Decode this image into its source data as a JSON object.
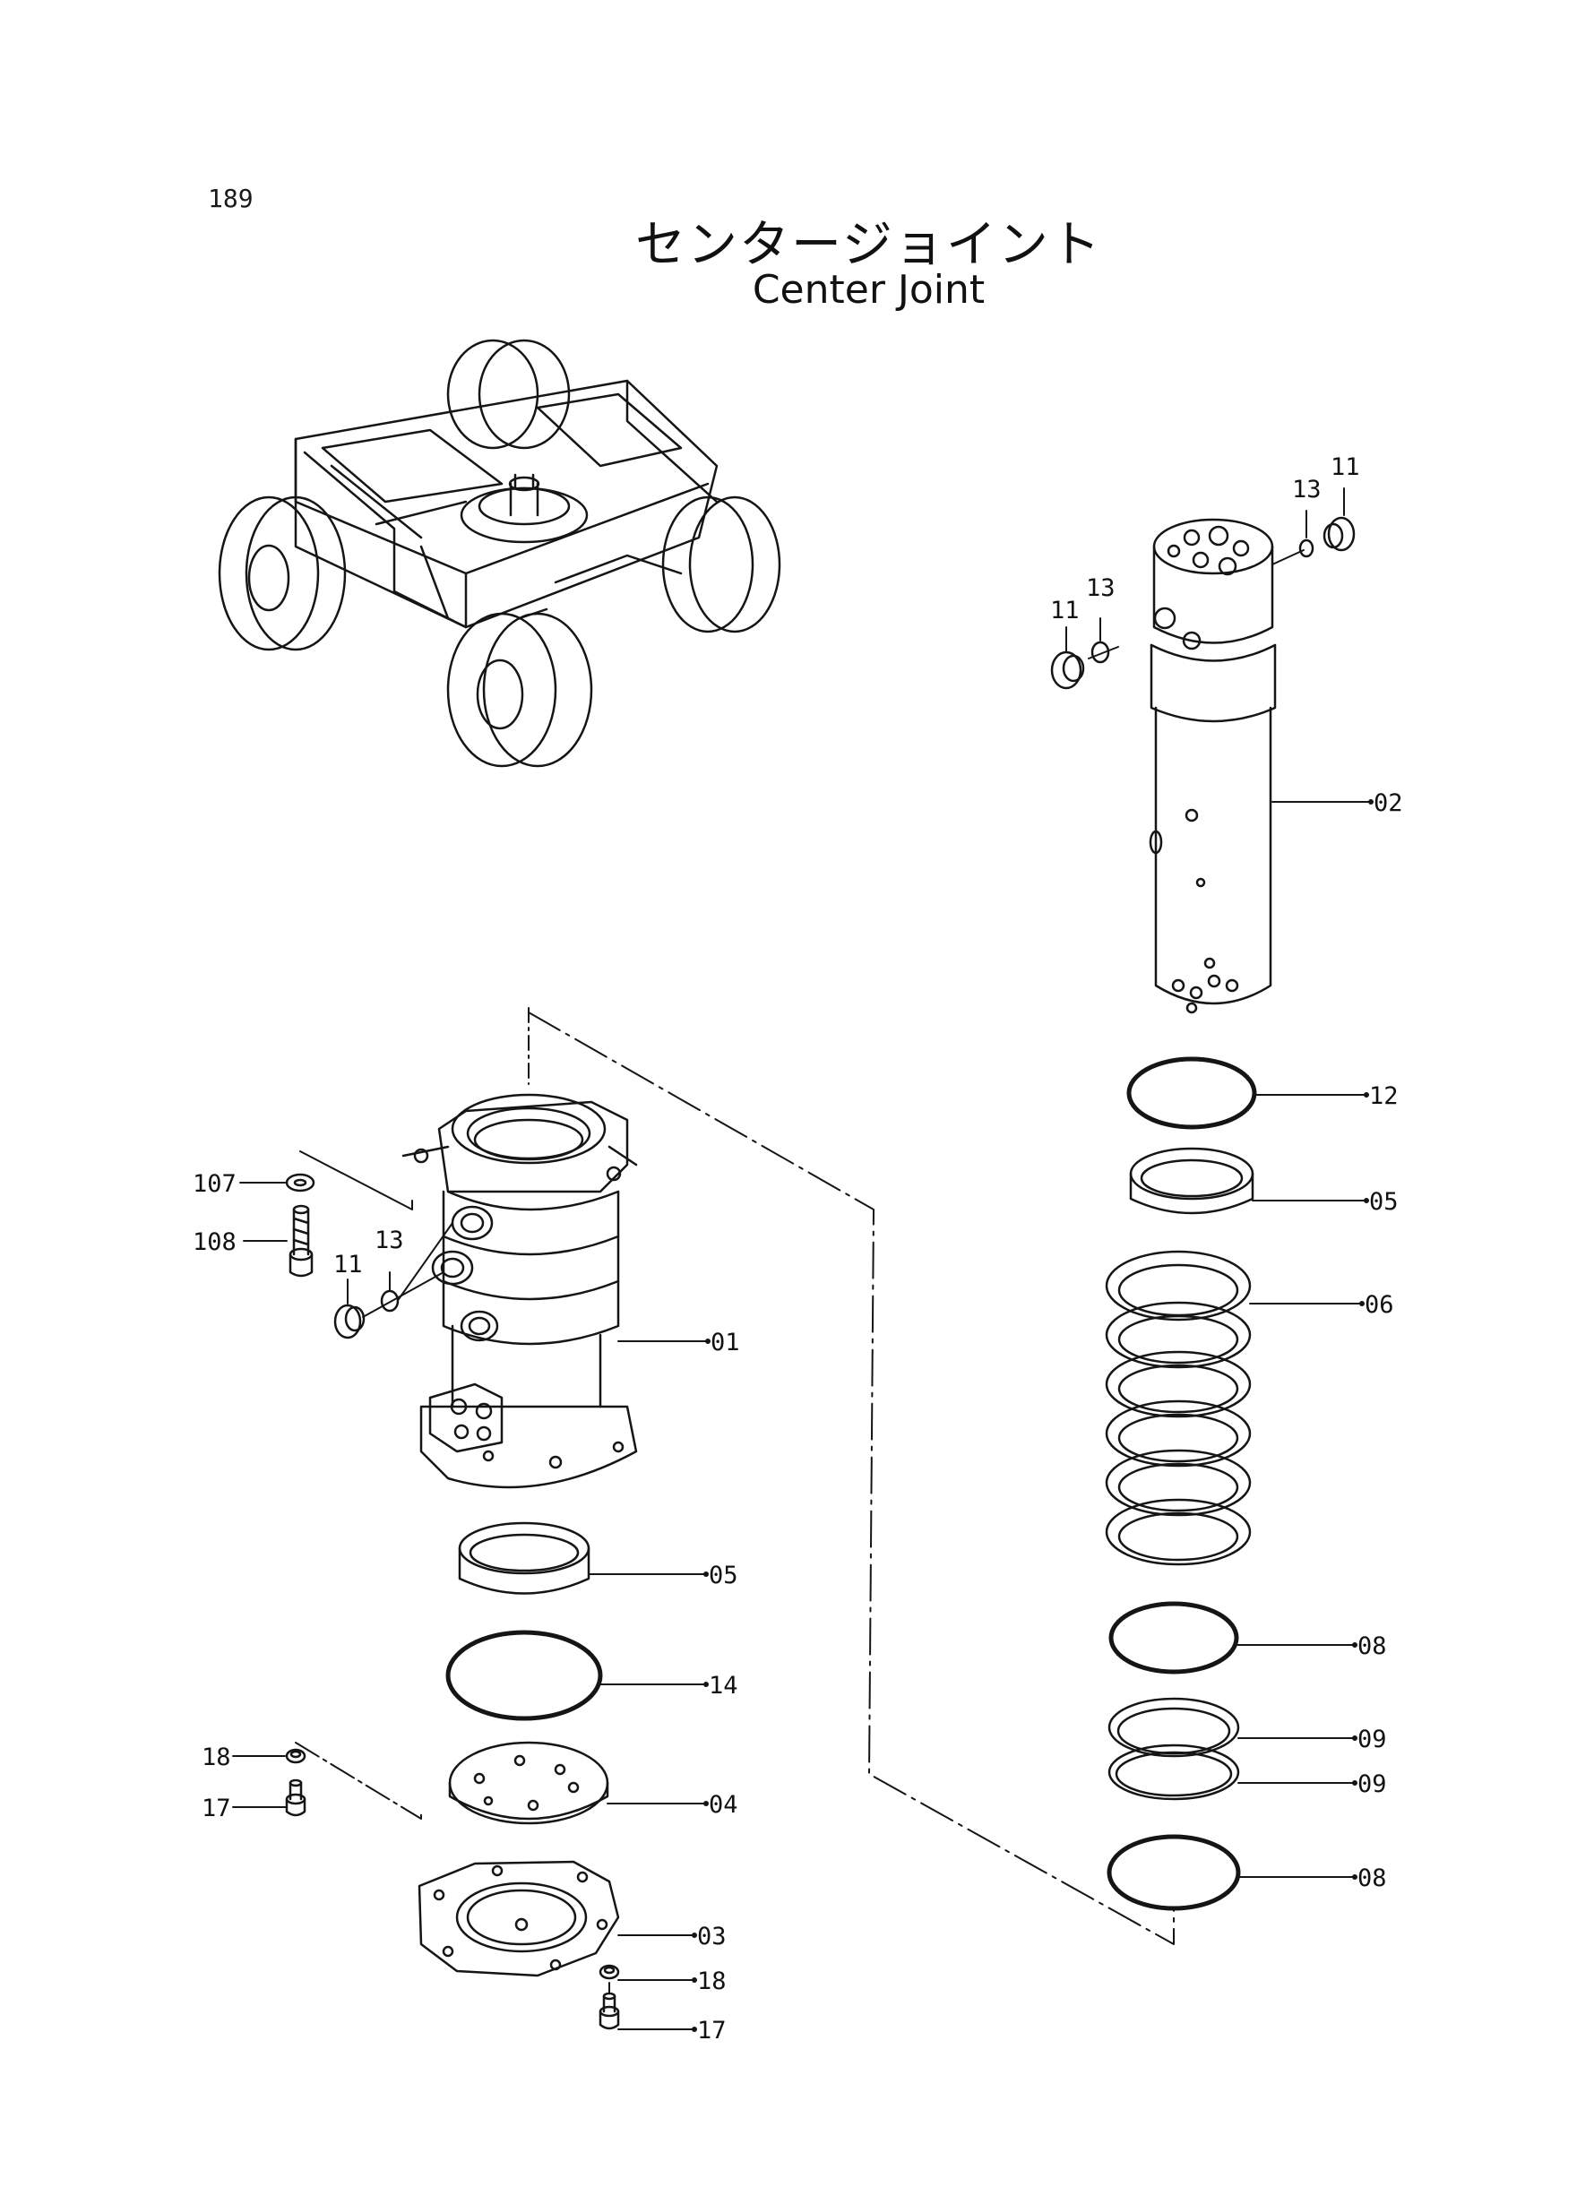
{
  "page_number": "189",
  "title_jp": "センタージョイント",
  "title_en": "Center Joint",
  "callouts": {
    "c01": "01",
    "c02": "02",
    "c03": "03",
    "c04": "04",
    "c05a": "05",
    "c05b": "05",
    "c06": "06",
    "c08a": "08",
    "c08b": "08",
    "c09a": "09",
    "c09b": "09",
    "c11a": "11",
    "c11b": "11",
    "c11c": "11",
    "c12": "12",
    "c13a": "13",
    "c13b": "13",
    "c13c": "13",
    "c14": "14",
    "c17a": "17",
    "c17b": "17",
    "c18a": "18",
    "c18b": "18",
    "c107": "107",
    "c108": "108"
  }
}
